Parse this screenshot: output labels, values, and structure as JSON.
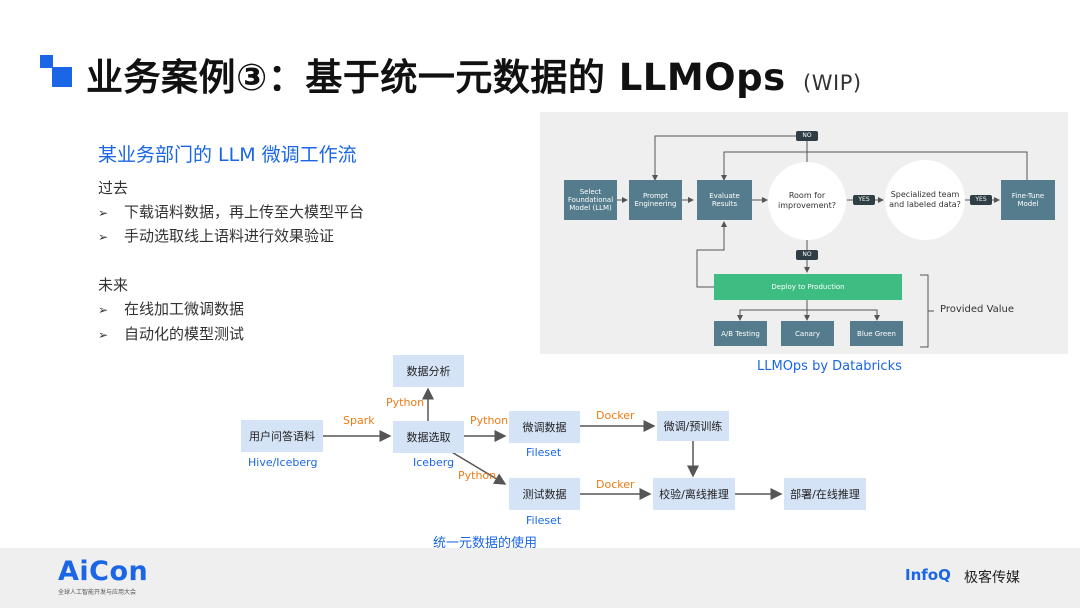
{
  "title": {
    "main": "业务案例③：基于统一元数据的 LLMOps",
    "wip": "(WIP)"
  },
  "left": {
    "subtitle": "某业务部门的 LLM 微调工作流",
    "past": {
      "heading": "过去",
      "items": [
        "下载语料数据，再上传至大模型平台",
        "手动选取线上语料进行效果验证"
      ]
    },
    "future": {
      "heading": "未来",
      "items": [
        "在线加工微调数据",
        "自动化的模型测试"
      ]
    }
  },
  "databricks": {
    "boxes": [
      "Select Foundational Model (LLM)",
      "Prompt Engineering",
      "Evaluate Results",
      "Fine-Tune Model"
    ],
    "circles": [
      "Room for improvement?",
      "Specialized team and labeled data?"
    ],
    "tags": {
      "no_top": "NO",
      "yes1": "YES",
      "yes2": "YES",
      "no_mid": "NO"
    },
    "deploy": "Deploy to Production",
    "outputs": [
      "A/B Testing",
      "Canary",
      "Blue Green"
    ],
    "provided_value": "Provided Value",
    "caption": "LLMOps by Databricks"
  },
  "flow": {
    "nodes": {
      "qa_corpus": "用户问答语料",
      "data_analysis": "数据分析",
      "data_select": "数据选取",
      "finetune_data": "微调数据",
      "finetune_pretrain": "微调/预训练",
      "test_data": "测试数据",
      "verify_offline": "校验/离线推理",
      "deploy_online": "部署/在线推理"
    },
    "labels": {
      "spark": "Spark",
      "python_up": "Python",
      "python_right": "Python",
      "python_down": "Python",
      "docker_top": "Docker",
      "docker_bottom": "Docker"
    },
    "storage": {
      "hive": "Hive/Iceberg",
      "iceberg": "Iceberg",
      "fileset_top": "Fileset",
      "fileset_bottom": "Fileset"
    },
    "caption": "统一元数据的使用"
  },
  "footer": {
    "aicon": "AiCon",
    "aicon_sub": "全球人工智能开发与应用大会",
    "infoq": "InfoQ",
    "geek": "极客传媒"
  },
  "colors": {
    "accent_blue": "#1a66e6",
    "orange": "#ee7b14",
    "flow_box": "#d5e3f7",
    "db_box": "#547c8c",
    "db_green": "#3dbd82"
  }
}
